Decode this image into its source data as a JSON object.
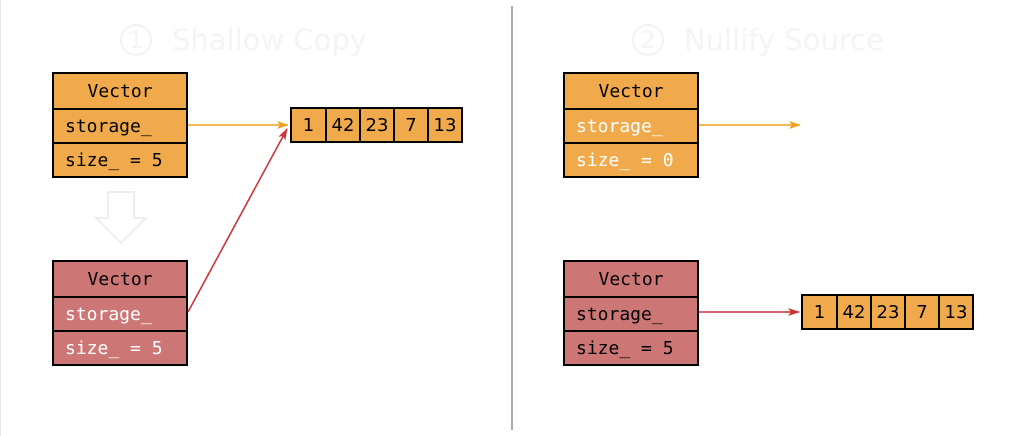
{
  "steps": [
    {
      "number": "1",
      "title": "Shallow Copy"
    },
    {
      "number": "2",
      "title": "Nullify Source"
    }
  ],
  "colors": {
    "orange": "#f0aa4c",
    "red": "#cd7676",
    "orange_arrow": "#f0a020",
    "red_arrow": "#cc3333",
    "divider": "#aaaaaa"
  },
  "left": {
    "source_vector": {
      "header": "Vector",
      "storage": "storage_",
      "size": "size_ = 5"
    },
    "dest_vector": {
      "header": "Vector",
      "storage": "storage_",
      "size": "size_ = 5"
    },
    "array": [
      "1",
      "42",
      "23",
      "7",
      "13"
    ],
    "transition_icon": "down-arrow-icon"
  },
  "right": {
    "source_vector": {
      "header": "Vector",
      "storage": "storage_",
      "size": "size_ = 0"
    },
    "dest_vector": {
      "header": "Vector",
      "storage": "storage_",
      "size": "size_ = 5"
    },
    "array": [
      "1",
      "42",
      "23",
      "7",
      "13"
    ]
  }
}
